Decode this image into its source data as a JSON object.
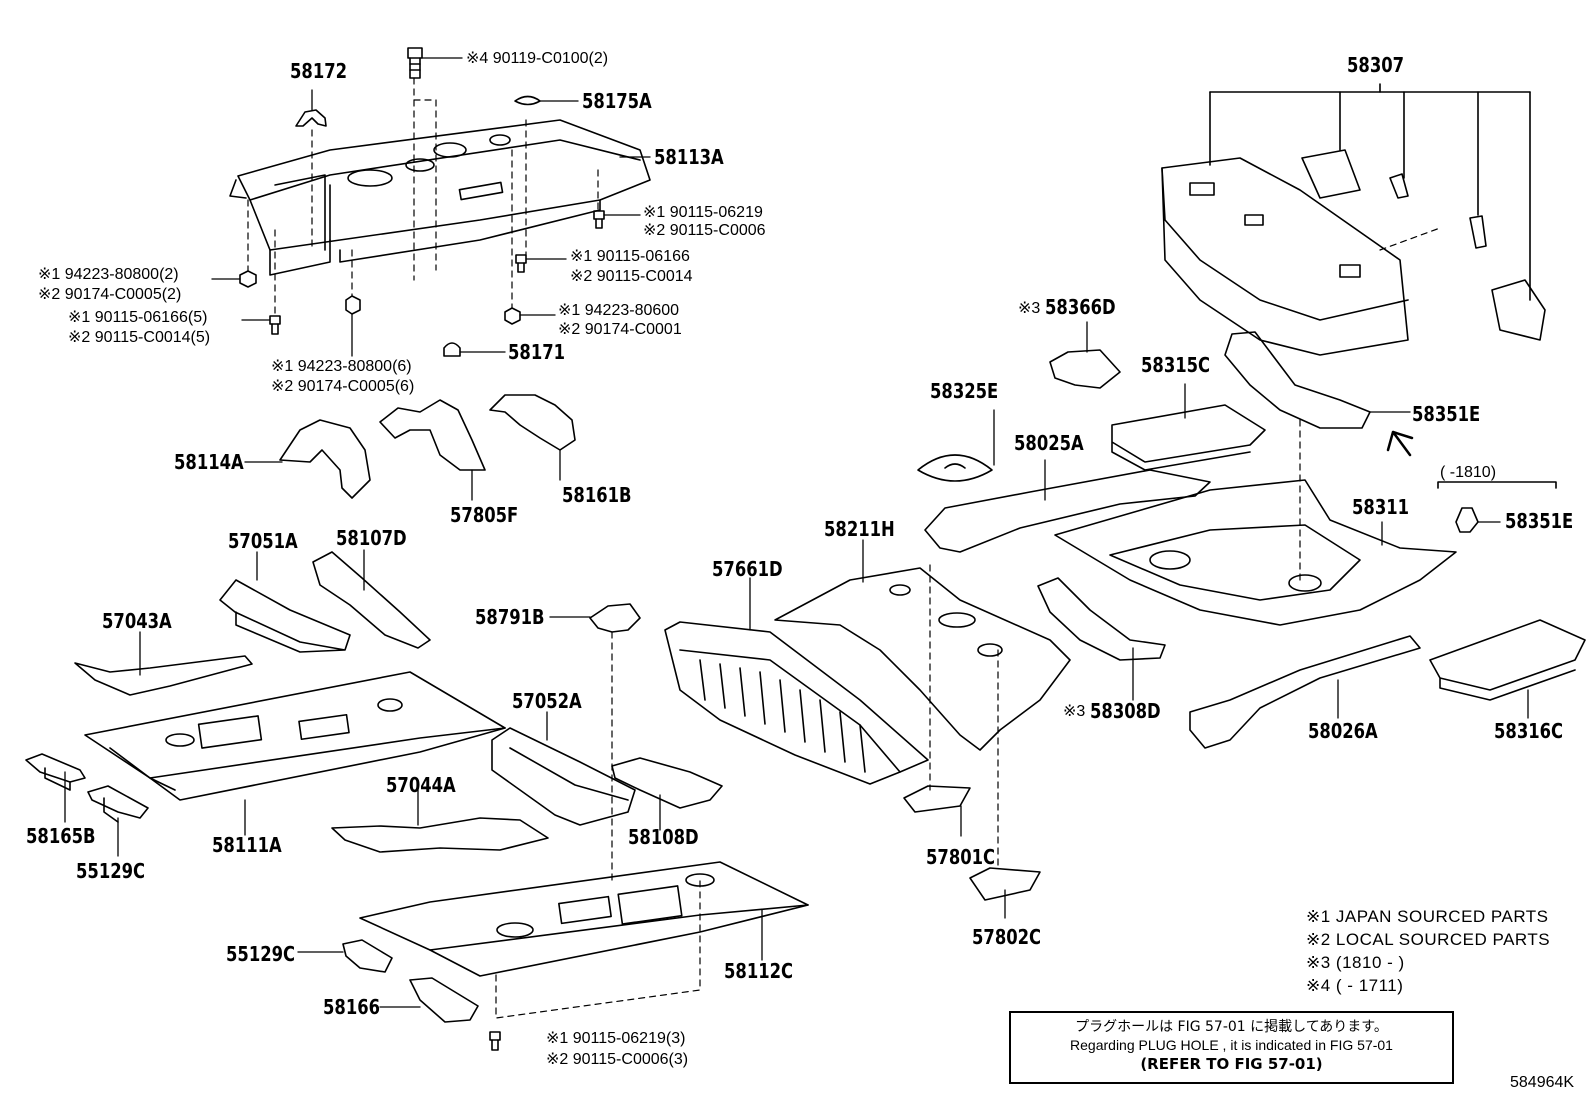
{
  "parts": {
    "p58172": "58172",
    "p58175A": "58175A",
    "p58113A": "58113A",
    "p58171": "58171",
    "p58114A": "58114A",
    "p57805F": "57805F",
    "p58161B": "58161B",
    "p57051A": "57051A",
    "p58107D": "58107D",
    "p57043A": "57043A",
    "p58791B": "58791B",
    "p57052A": "57052A",
    "p57044A": "57044A",
    "p58108D": "58108D",
    "p58111A": "58111A",
    "p58165B": "58165B",
    "p55129C_a": "55129C",
    "p55129C_b": "55129C",
    "p58166": "58166",
    "p58112C": "58112C",
    "p57661D": "57661D",
    "p58211H": "58211H",
    "p58325E": "58325E",
    "p58025A": "58025A",
    "p58366D": "58366D",
    "p58315C": "58315C",
    "p58307": "58307",
    "p58351E_a": "58351E",
    "p58351E_b": "58351E",
    "p58311": "58311",
    "p58308D": "58308D",
    "p57801C": "57801C",
    "p57802C": "57802C",
    "p58026A": "58026A",
    "p58316C": "58316C"
  },
  "fasteners": {
    "f1": "※4 90119-C0100(2)",
    "f2a": "※1 90115-06219",
    "f2b": "※2 90115-C0006",
    "f3a": "※1 90115-06166",
    "f3b": "※2 90115-C0014",
    "f4a": "※1 94223-80600",
    "f4b": "※2 90174-C0001",
    "f5a": "※1 94223-80800(2)",
    "f5b": "※2 90174-C0005(2)",
    "f6a": "※1 90115-06166(5)",
    "f6b": "※2 90115-C0014(5)",
    "f7a": "※1 94223-80800(6)",
    "f7b": "※2 90174-C0005(6)",
    "f8a": "※1 90115-06219(3)",
    "f8b": "※2 90115-C0006(3)",
    "f9": "※3",
    "f10": "※3"
  },
  "range_note": "( -1810)",
  "legend": [
    "※1 JAPAN SOURCED PARTS",
    "※2 LOCAL SOURCED PARTS",
    "※3 (1810 - )",
    "※4 ( - 1711)"
  ],
  "note": {
    "line1": "プラグホールは FIG 57-01 に掲載してあります。",
    "line2": "Regarding PLUG HOLE , it is indicated in FIG 57-01",
    "line3": "(REFER TO FIG 57-01)"
  },
  "figure_id": "584964K"
}
